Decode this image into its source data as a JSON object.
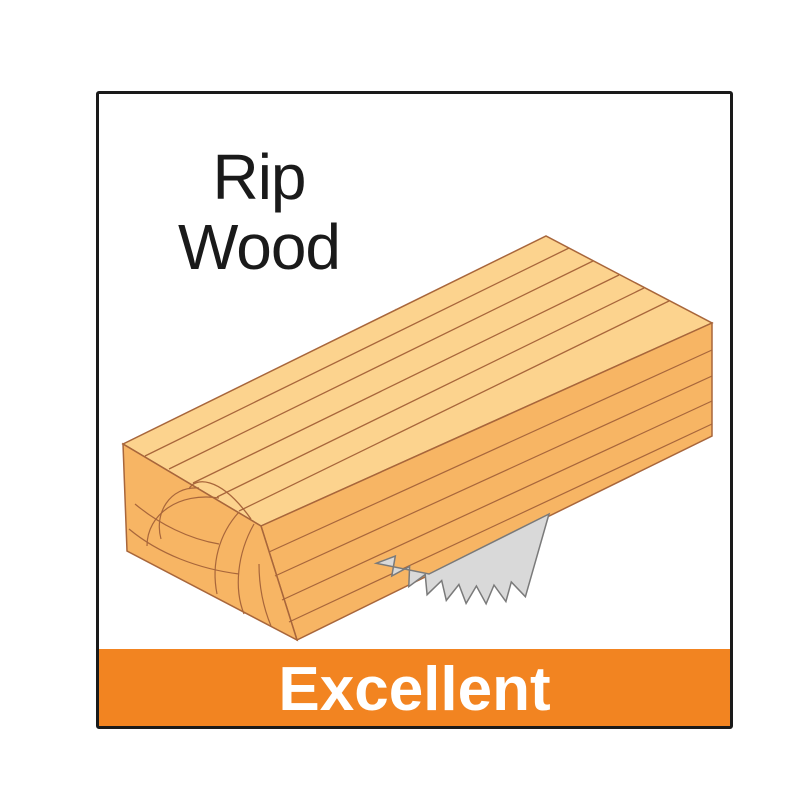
{
  "title": {
    "line1": "Rip",
    "line2": "Wood"
  },
  "rating": {
    "label": "Excellent"
  },
  "colors": {
    "accent": "#f28421",
    "wood_light": "#fcd38e",
    "wood_mid": "#f7b564",
    "wood_line": "#a8663b",
    "blade": "#d9d9d9",
    "frame": "#1a1a1a"
  },
  "icons": {
    "illustration": "saw-blade-cutting-wood-icon"
  }
}
